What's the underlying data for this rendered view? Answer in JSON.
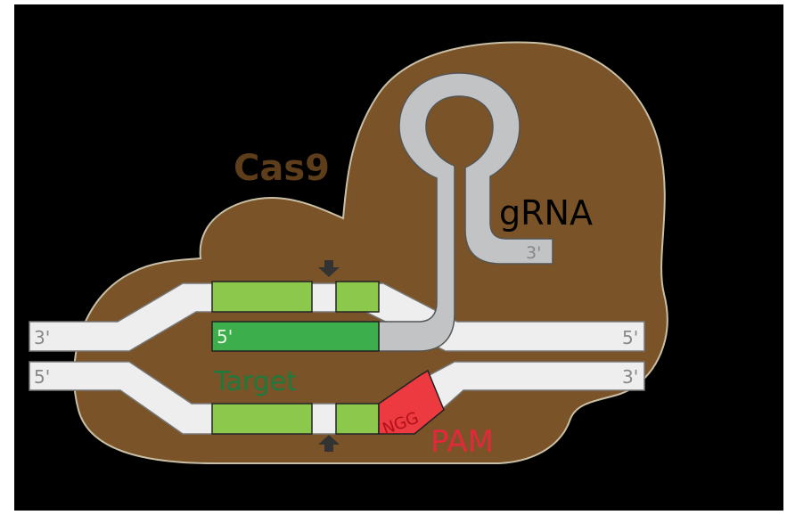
{
  "colors": {
    "background": "#000000",
    "cas9_fill": "#7a5428",
    "cas9_stroke": "#c9bfa6",
    "cas9_label": "#5e3d1b",
    "dna_strand": "#eeeeee",
    "dna_stroke": "#777777",
    "grna": "#c2c3c4",
    "grna_stroke": "#555555",
    "target_light": "#8cc84b",
    "target_dark": "#3cae4c",
    "target_label": "#1e7a3c",
    "pam": "#ec3a40",
    "pam_label": "#e0293a",
    "end_label": "#888888",
    "arrow": "#333333"
  },
  "labels": {
    "cas9": "Cas9",
    "grna": "gRNA",
    "grna_end": "3'",
    "target": "Target",
    "pam": "PAM",
    "pam_seq": "NGG",
    "spacer_end": "5'",
    "top_left_end": "3'",
    "top_right_end": "5'",
    "bottom_left_end": "5'",
    "bottom_right_end": "3'"
  },
  "icons": {
    "cut_site_top": "arrow-down-icon",
    "cut_site_bottom": "arrow-up-icon"
  }
}
